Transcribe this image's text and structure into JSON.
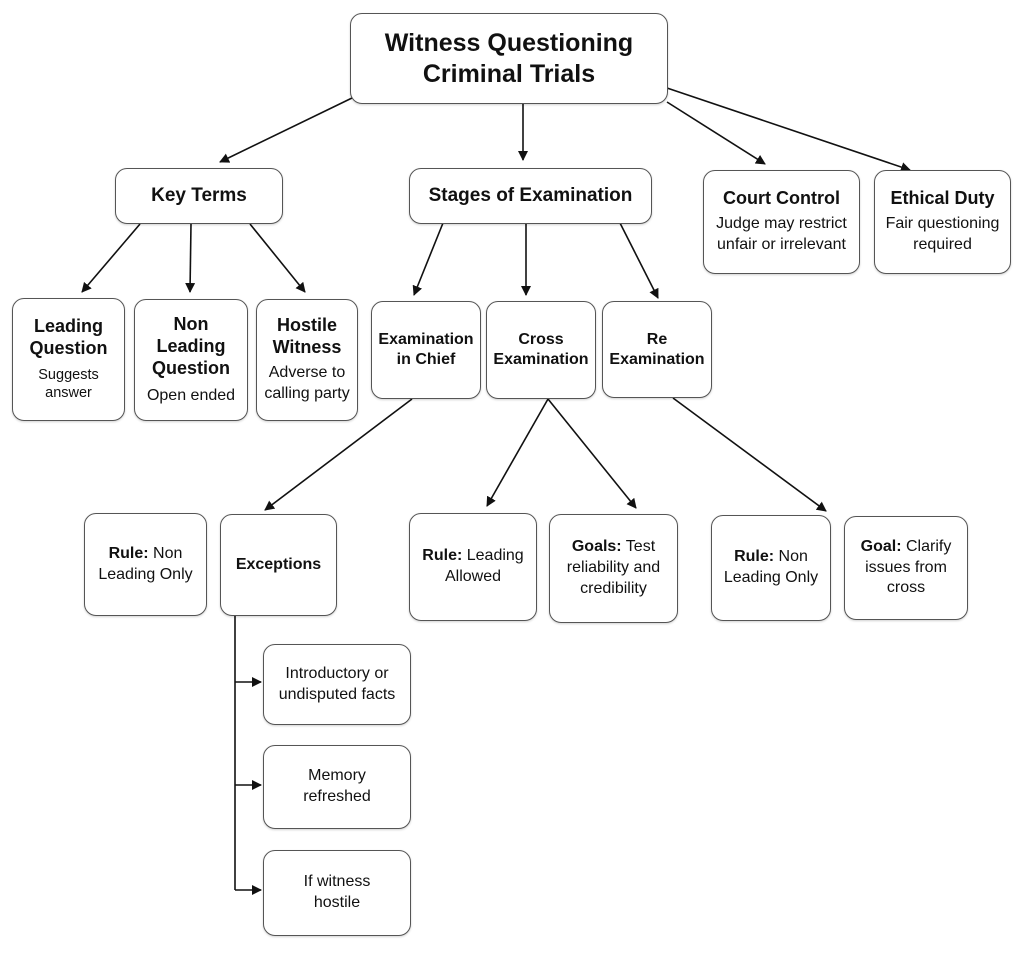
{
  "root": {
    "line1": "Witness Questioning",
    "line2": "Criminal Trials"
  },
  "key_terms": {
    "title": "Key Terms",
    "leading": {
      "title": "Leading Question",
      "desc": "Suggests answer"
    },
    "non_leading": {
      "title": "Non Leading Question",
      "desc": "Open ended"
    },
    "hostile": {
      "title": "Hostile Witness",
      "desc": "Adverse to calling party"
    }
  },
  "stages": {
    "title": "Stages of Examination",
    "chief": {
      "title": "Examination in Chief",
      "rule_label": "Rule:",
      "rule_text": "Non Leading Only",
      "exceptions_title": "Exceptions",
      "exceptions": [
        "Introductory or undisputed facts",
        "Memory refreshed",
        "If witness hostile"
      ]
    },
    "cross": {
      "title": "Cross Examination",
      "rule_label": "Rule:",
      "rule_text": "Leading Allowed",
      "goals_label": "Goals:",
      "goals_text": "Test reliability and credibility"
    },
    "re": {
      "title": "Re Examination",
      "rule_label": "Rule:",
      "rule_text": "Non Leading Only",
      "goal_label": "Goal:",
      "goal_text": "Clarify issues from cross"
    }
  },
  "court_control": {
    "title": "Court Control",
    "desc": "Judge may restrict unfair or irrelevant"
  },
  "ethical_duty": {
    "title": "Ethical Duty",
    "desc": "Fair questioning required"
  },
  "colors": {
    "border": "#555555",
    "arrow": "#111111",
    "background": "#ffffff"
  }
}
